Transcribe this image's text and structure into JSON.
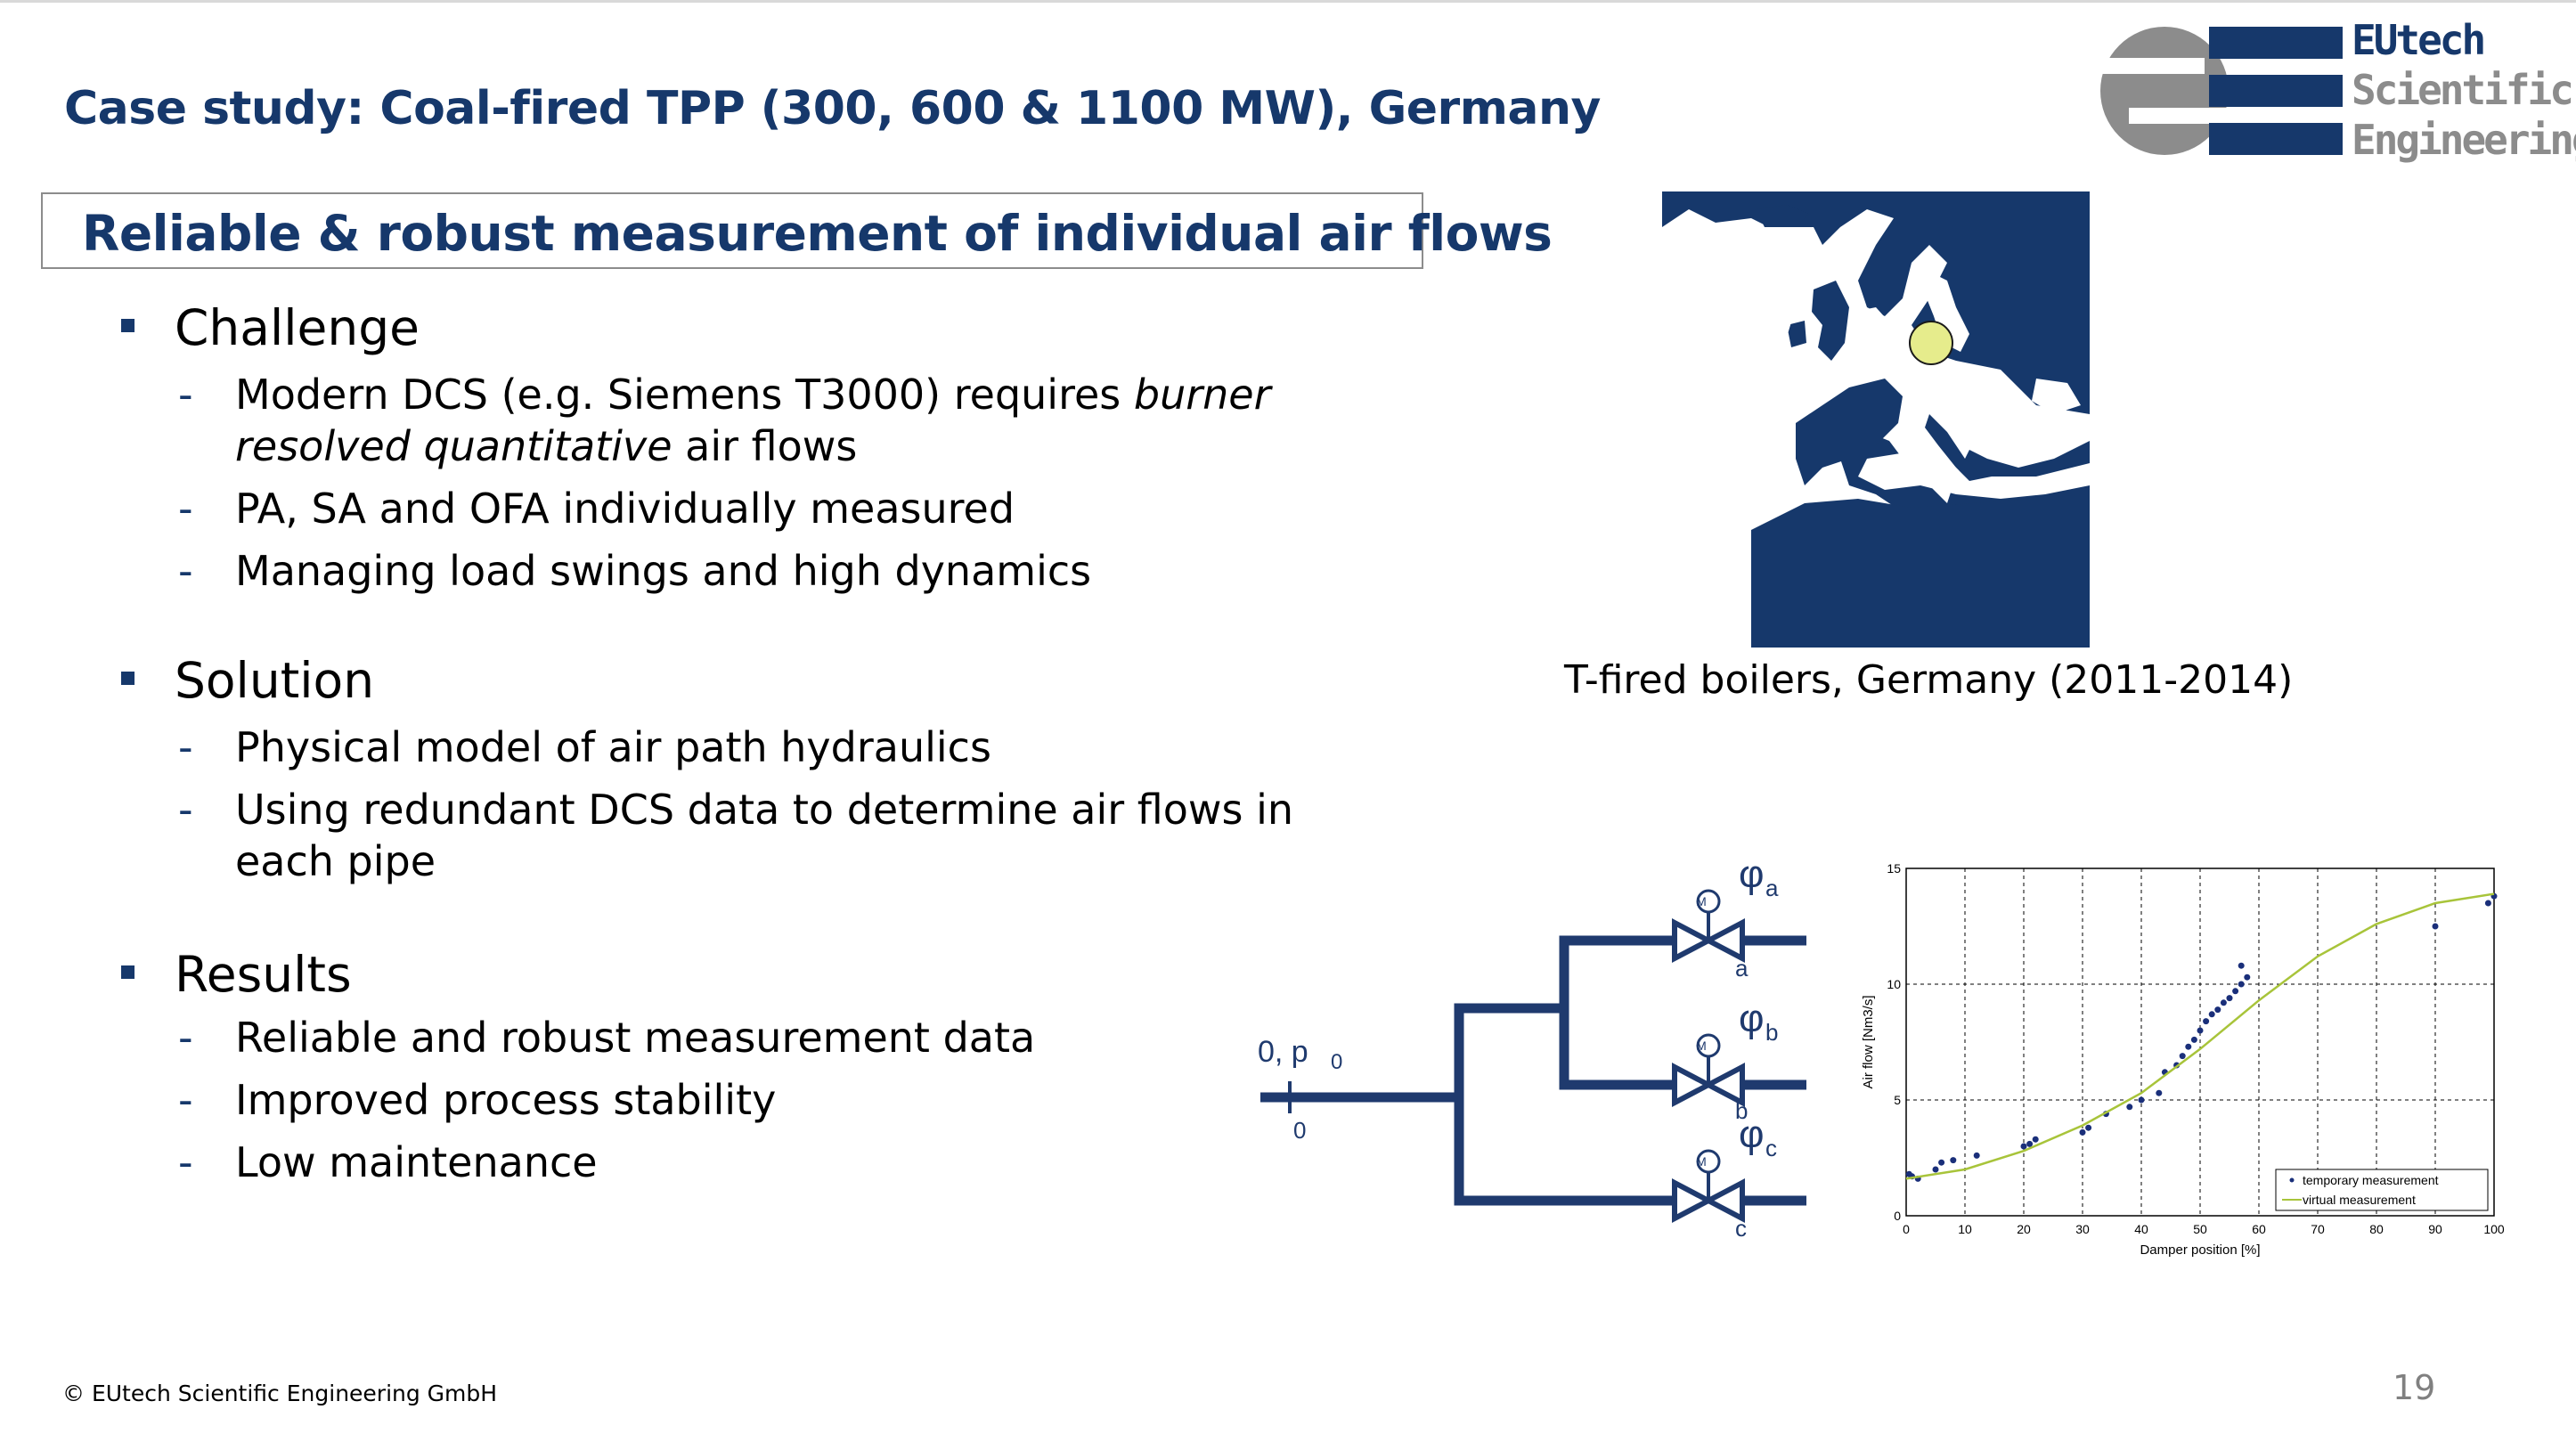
{
  "slide": {
    "title": "Case study: Coal-fired TPP (300, 600 & 1100 MW), Germany",
    "subtitle": "Reliable & robust measurement of individual air flows",
    "sections": [
      {
        "heading": "Challenge",
        "items": [
          [
            "Modern DCS (e.g. Siemens T3000) requires ",
            "burner"
          ],
          [
            "resolved quantitative",
            " air flows"
          ],
          [
            "PA, SA and OFA individually measured"
          ],
          [
            "Managing load swings and high dynamics"
          ]
        ]
      },
      {
        "heading": "Solution",
        "items": [
          [
            "Physical model of air path hydraulics"
          ],
          [
            "Using redundant DCS data to determine air flows in"
          ],
          [
            "each pipe"
          ]
        ]
      },
      {
        "heading": "Results",
        "items": [
          [
            "Reliable and robust measurement data"
          ],
          [
            "Improved process stability"
          ],
          [
            "Low maintenance"
          ]
        ]
      }
    ],
    "map_caption": "T-fired boilers, Germany (2011-2014)",
    "footer": "©  EUtech Scientific Engineering GmbH",
    "page_number": "19"
  },
  "logo": {
    "line1": "EUtech",
    "line2": "Scientific",
    "line3": "Engineering",
    "color_dark": "#16386b",
    "color_gray": "#8c8c8c"
  },
  "diagram": {
    "inlet_label": "0, p",
    "inlet_sub": "0",
    "inlet_tick": "0",
    "branches": [
      {
        "phi": "φ",
        "sub": "a",
        "valve": "a",
        "motor": "M"
      },
      {
        "phi": "φ",
        "sub": "b",
        "valve": "b",
        "motor": "M"
      },
      {
        "phi": "φ",
        "sub": "c",
        "valve": "c",
        "motor": "M"
      }
    ]
  },
  "chart_data": {
    "type": "scatter",
    "xlabel": "Damper position [%]",
    "ylabel": "Air flow [Nm3/s]",
    "xlim": [
      0,
      100
    ],
    "ylim": [
      0,
      15
    ],
    "xticks": [
      0,
      10,
      20,
      30,
      40,
      50,
      60,
      70,
      80,
      90,
      100
    ],
    "yticks": [
      0,
      5,
      10,
      15
    ],
    "grid": true,
    "legend_position": "bottom-right",
    "series": [
      {
        "name": "temporary measurement",
        "kind": "points",
        "color": "#1a2f7a",
        "points": [
          [
            0.5,
            1.8
          ],
          [
            1,
            1.7
          ],
          [
            2,
            1.6
          ],
          [
            5,
            2.0
          ],
          [
            6,
            2.3
          ],
          [
            8,
            2.4
          ],
          [
            12,
            2.6
          ],
          [
            20,
            3.0
          ],
          [
            21,
            3.1
          ],
          [
            22,
            3.3
          ],
          [
            30,
            3.6
          ],
          [
            31,
            3.8
          ],
          [
            34,
            4.4
          ],
          [
            38,
            4.7
          ],
          [
            40,
            5.0
          ],
          [
            43,
            5.3
          ],
          [
            44,
            6.2
          ],
          [
            46,
            6.5
          ],
          [
            47,
            6.9
          ],
          [
            48,
            7.3
          ],
          [
            49,
            7.6
          ],
          [
            50,
            8.0
          ],
          [
            51,
            8.4
          ],
          [
            52,
            8.7
          ],
          [
            53,
            8.9
          ],
          [
            54,
            9.2
          ],
          [
            55,
            9.4
          ],
          [
            56,
            9.7
          ],
          [
            57,
            10.0
          ],
          [
            58,
            10.3
          ],
          [
            57,
            10.8
          ],
          [
            90,
            12.5
          ],
          [
            99,
            13.5
          ],
          [
            100,
            13.8
          ]
        ]
      },
      {
        "name": "virtual measurement",
        "kind": "line",
        "color": "#a8c43a",
        "points": [
          [
            0,
            1.6
          ],
          [
            10,
            2.0
          ],
          [
            20,
            2.8
          ],
          [
            30,
            3.9
          ],
          [
            40,
            5.3
          ],
          [
            50,
            7.2
          ],
          [
            60,
            9.3
          ],
          [
            70,
            11.2
          ],
          [
            80,
            12.6
          ],
          [
            90,
            13.5
          ],
          [
            100,
            13.9
          ]
        ]
      }
    ]
  }
}
